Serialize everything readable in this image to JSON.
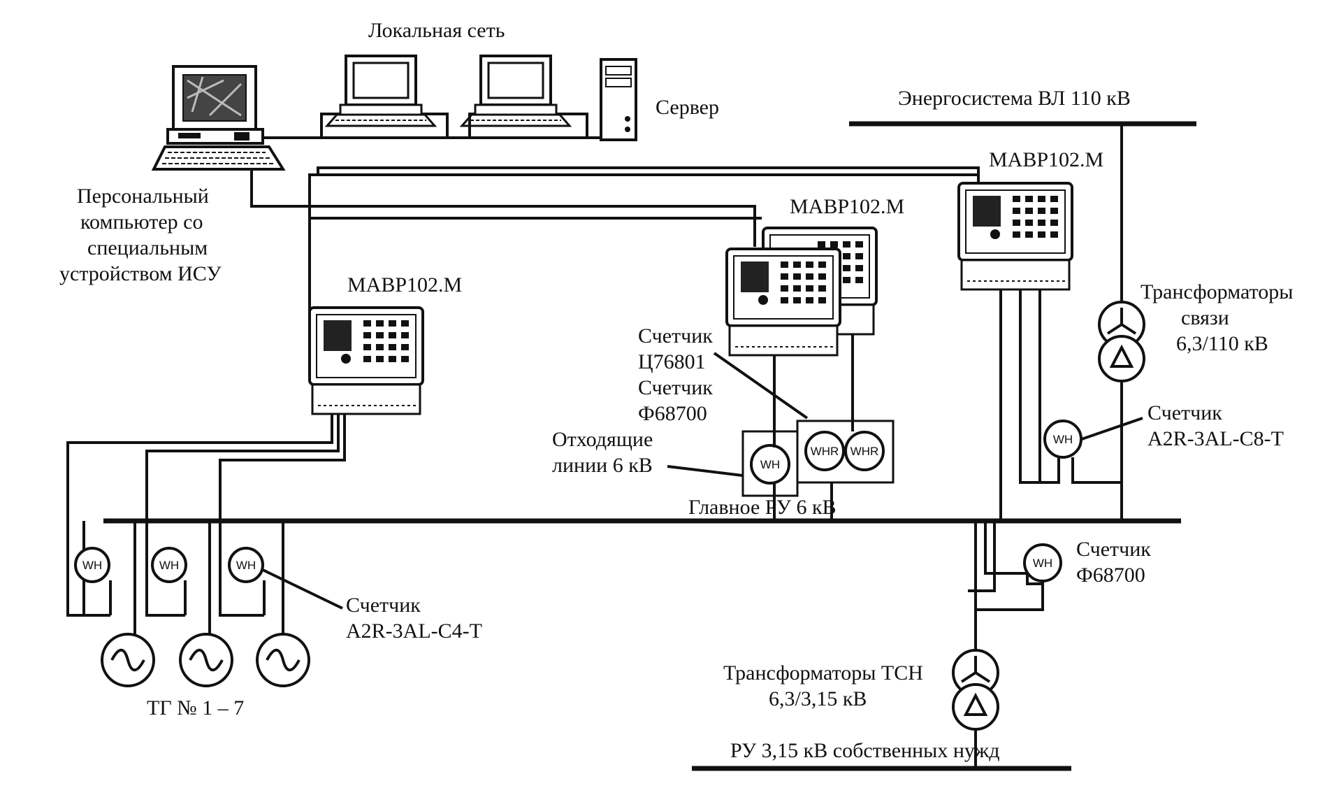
{
  "labels": {
    "local_network": "Локальная сеть",
    "server": "Сервер",
    "grid": "Энергосистема ВЛ 110 кВ",
    "pc_line1": "Персональный",
    "pc_line2": "компьютер со",
    "pc_line3": "специальным",
    "pc_line4": "устройством ИСУ",
    "mabr_left": "МАВР102.М",
    "mabr_middle": "МАВР102.М",
    "mabr_right": "МАВР102.М",
    "tx_link_line1": "Трансформаторы",
    "tx_link_line2": "связи",
    "tx_link_line3": "6,3/110 кВ",
    "meter_c76801_line1": "Счетчик",
    "meter_c76801_line2": "Ц76801",
    "meter_f68700_top_line1": "Счетчик",
    "meter_f68700_top_line2": "Ф68700",
    "outgoing_line1": "Отходящие",
    "outgoing_line2": "линии 6 кВ",
    "main_ru": "Главное  РУ 6 кВ",
    "meter_a2r_c8_line1": "Счетчик",
    "meter_a2r_c8_line2": "А2R-3AL-C8-T",
    "meter_f68700_right_line1": "Счетчик",
    "meter_f68700_right_line2": "Ф68700",
    "meter_a2r_c4_line1": "Счетчик",
    "meter_a2r_c4_line2": "А2R-3AL-C4-T",
    "generators": "ТГ № 1 – 7",
    "tsn_line1": "Трансформаторы ТСН",
    "tsn_line2": "6,3/3,15 кВ",
    "aux_bus": "РУ 3,15 кВ собственных нужд"
  },
  "meter_symbols": {
    "wh": "WH",
    "whr": "WHR"
  }
}
